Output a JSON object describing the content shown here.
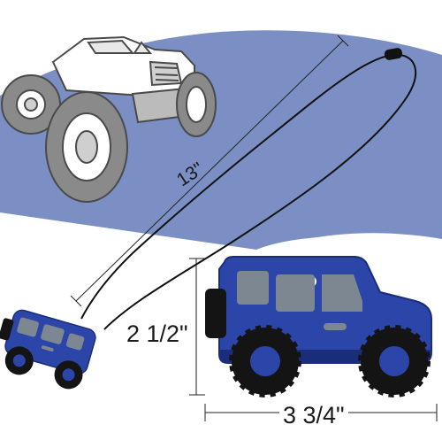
{
  "dimensions": {
    "cord_length": "13\"",
    "height": "2 1/2\"",
    "width": "3 3/4\""
  },
  "colors": {
    "background_wave": "#7b8fc4",
    "truck_body": "#2b46a8",
    "truck_dark": "#1a2d7a",
    "tire": "#141414",
    "window": "#7d8791",
    "cord": "#111111",
    "sketch_line": "#4a4a4a",
    "sketch_tire": "#8a8a8a"
  },
  "icons": [
    "monster-truck-sketch-icon",
    "jeep-teether-icon",
    "small-jeep-teether-icon"
  ]
}
